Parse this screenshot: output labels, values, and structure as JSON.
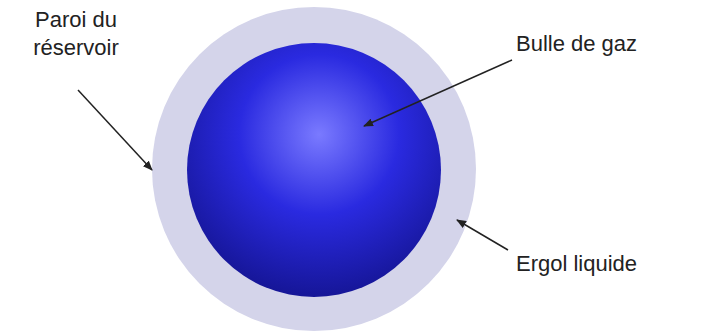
{
  "diagram": {
    "labels": [
      "Paroi du réservoir",
      "Bulle de gaz",
      "Ergol liquide"
    ]
  }
}
